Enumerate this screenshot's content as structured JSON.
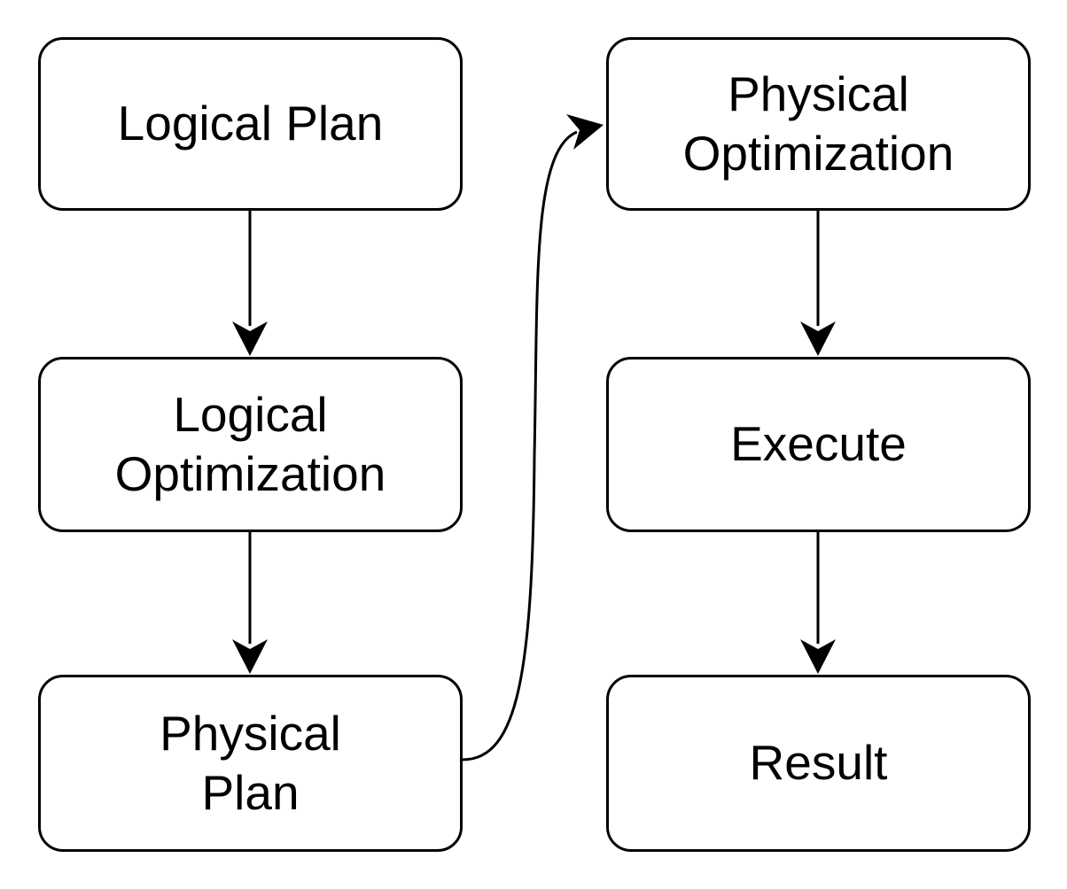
{
  "diagram": {
    "type": "flowchart",
    "colors": {
      "background": "#ffffff",
      "node_fill": "#ffffff",
      "node_stroke": "#000000",
      "text": "#000000",
      "arrow": "#000000"
    },
    "nodes": [
      {
        "id": "logical-plan",
        "label": "Logical Plan",
        "column": "left",
        "row": 1
      },
      {
        "id": "logical-optimization",
        "label": "Logical\nOptimization",
        "column": "left",
        "row": 2
      },
      {
        "id": "physical-plan",
        "label": "Physical\nPlan",
        "column": "left",
        "row": 3
      },
      {
        "id": "physical-optimization",
        "label": "Physical\nOptimization",
        "column": "right",
        "row": 1
      },
      {
        "id": "execute",
        "label": "Execute",
        "column": "right",
        "row": 2
      },
      {
        "id": "result",
        "label": "Result",
        "column": "right",
        "row": 3
      }
    ],
    "edges": [
      {
        "from": "logical-plan",
        "to": "logical-optimization",
        "shape": "straight-down-arrow"
      },
      {
        "from": "logical-optimization",
        "to": "physical-plan",
        "shape": "straight-down-arrow"
      },
      {
        "from": "physical-plan",
        "to": "physical-optimization",
        "shape": "s-curve-right-arrow"
      },
      {
        "from": "physical-optimization",
        "to": "execute",
        "shape": "straight-down-arrow"
      },
      {
        "from": "execute",
        "to": "result",
        "shape": "straight-down-arrow"
      }
    ]
  }
}
